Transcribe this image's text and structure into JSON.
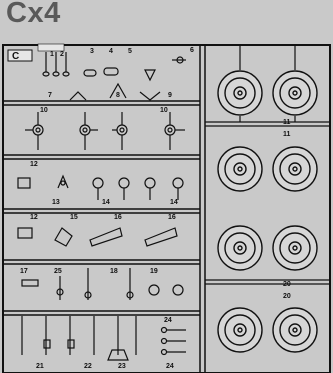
{
  "title": "Cx4",
  "sprue_label": "C",
  "top_numbers": [
    "1",
    "2",
    "3",
    "4",
    "5"
  ],
  "part_numbers": {
    "p6": "6",
    "p7": "7",
    "p8": "8",
    "p9": "9",
    "p10a": "10",
    "p10b": "10",
    "p11a": "11",
    "p11b": "11",
    "p12a": "12",
    "p12b": "12",
    "p13": "13",
    "p14a": "14",
    "p14b": "14",
    "p15": "15",
    "p16a": "16",
    "p16b": "16",
    "p17": "17",
    "p18": "18",
    "p19": "19",
    "p20a": "20",
    "p20b": "20",
    "p21": "21",
    "p22": "22",
    "p23": "23",
    "p24a": "24",
    "p24b": "24",
    "p25": "25"
  }
}
